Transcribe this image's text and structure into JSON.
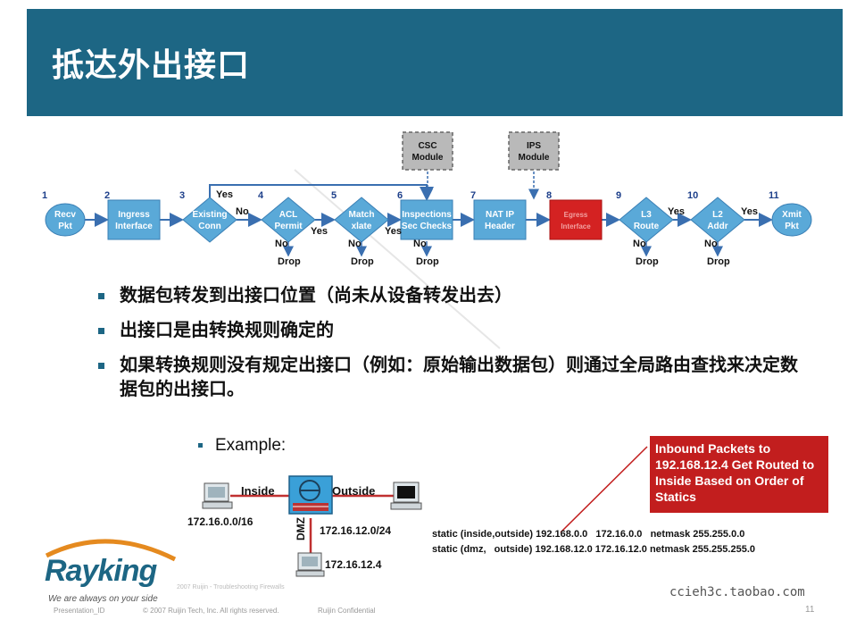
{
  "title": "抵达外出接口",
  "flow": {
    "steps": [
      {
        "num": "1",
        "lines": [
          "Recv",
          "Pkt"
        ]
      },
      {
        "num": "2",
        "lines": [
          "Ingress",
          "Interface"
        ]
      },
      {
        "num": "3",
        "lines": [
          "Existing",
          "Conn"
        ]
      },
      {
        "num": "4",
        "lines": [
          "ACL",
          "Permit"
        ]
      },
      {
        "num": "5",
        "lines": [
          "Match",
          "xlate"
        ]
      },
      {
        "num": "6",
        "lines": [
          "Inspections",
          "Sec Checks"
        ]
      },
      {
        "num": "7",
        "lines": [
          "NAT IP",
          "Header"
        ]
      },
      {
        "num": "8",
        "lines": [
          "Egress",
          "Interface"
        ]
      },
      {
        "num": "9",
        "lines": [
          "L3",
          "Route"
        ]
      },
      {
        "num": "10",
        "lines": [
          "L2",
          "Addr"
        ]
      },
      {
        "num": "11",
        "lines": [
          "Xmit",
          "Pkt"
        ]
      }
    ],
    "modules": [
      [
        "CSC",
        "Module"
      ],
      [
        "IPS",
        "Module"
      ]
    ],
    "yes": "Yes",
    "no": "No",
    "drop": "Drop"
  },
  "bullets": [
    "数据包转发到出接口位置（尚未从设备转发出去）",
    "出接口是由转换规则确定的",
    "如果转换规则没有规定出接口（例如：原始输出数据包）则通过全局路由查找来决定数据包的出接口。"
  ],
  "example": {
    "label": "Example:",
    "inside": "Inside",
    "outside": "Outside",
    "dmz": "DMZ",
    "inside_net": "172.16.0.0/16",
    "dmz_net": "172.16.12.0/24",
    "host": "172.16.12.4"
  },
  "callout": "Inbound Packets to 192.168.12.4 Get Routed to Inside Based on Order of Statics",
  "static_lines": [
    "static (inside,outside) 192.168.0.0   172.16.0.0   netmask 255.255.0.0",
    "static (dmz,   outside) 192.168.12.0 172.16.12.0 netmask 255.255.255.0"
  ],
  "logo": {
    "main": "Rayking",
    "tagline": "We are always on your side"
  },
  "footer": {
    "presentation": "Presentation_ID",
    "copyright": "© 2007 Ruijin Tech, Inc. All rights reserved.",
    "confidential": "Ruijin Confidential",
    "page": "11",
    "faint": "2007 Ruijin - Troubleshooting Firewalls"
  },
  "watermark": "ccieh3c.taobao.com",
  "colors": {
    "header": "#1d6684",
    "node": "#5aa9d8",
    "highlight": "#d42222",
    "callout": "#c21e1e"
  }
}
